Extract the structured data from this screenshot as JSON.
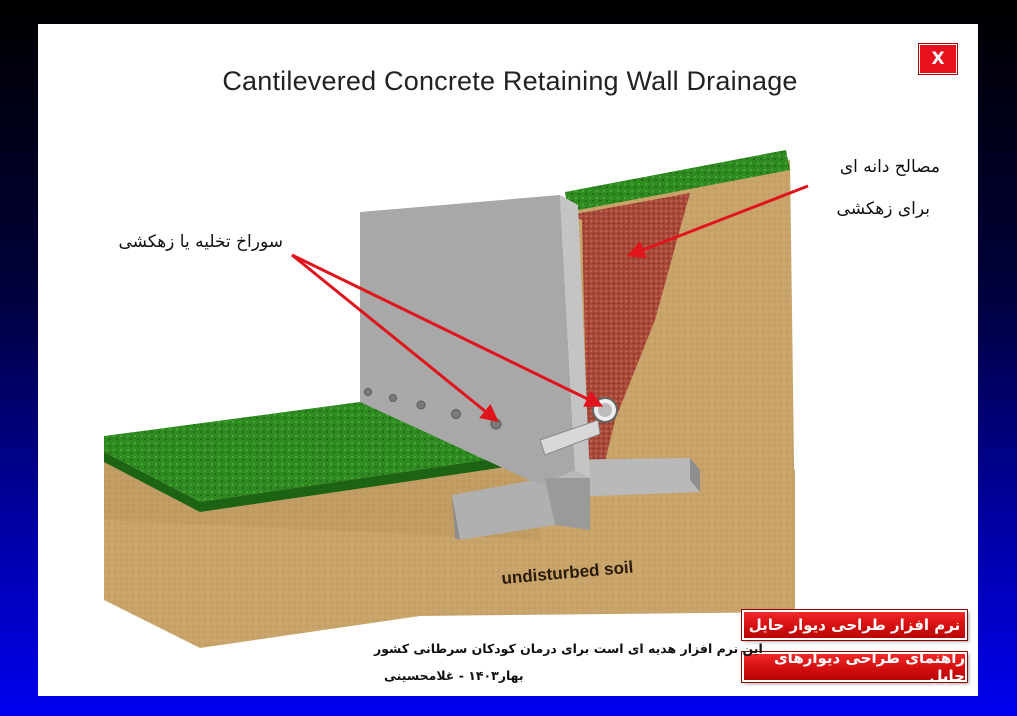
{
  "title": "Cantilevered Concrete Retaining Wall Drainage",
  "close_label": "X",
  "labels": {
    "drain_holes": "سوراخ تخلیه یا زهکشی",
    "granular_line1": "مصالح دانه ای",
    "granular_line2": "برای زهکشی",
    "undisturbed_soil": "undisturbed soil"
  },
  "buttons": {
    "software": "نرم افزار طراحی دیوار حایل",
    "guide": "راهنمای طراحی دیوارهای حایل"
  },
  "footer": {
    "gift_text": "این نرم افزار هدیه ای است برای درمان کودکان سرطانی کشور",
    "credit": "بهار۱۴۰۳ - غلامحسینی"
  },
  "colors": {
    "soil": "#c9a46a",
    "grass": "#2f8a22",
    "concrete": "#a8a8a8",
    "gravel": "#a8493a",
    "arrow": "#e0141c",
    "button": "#d40e0e"
  }
}
